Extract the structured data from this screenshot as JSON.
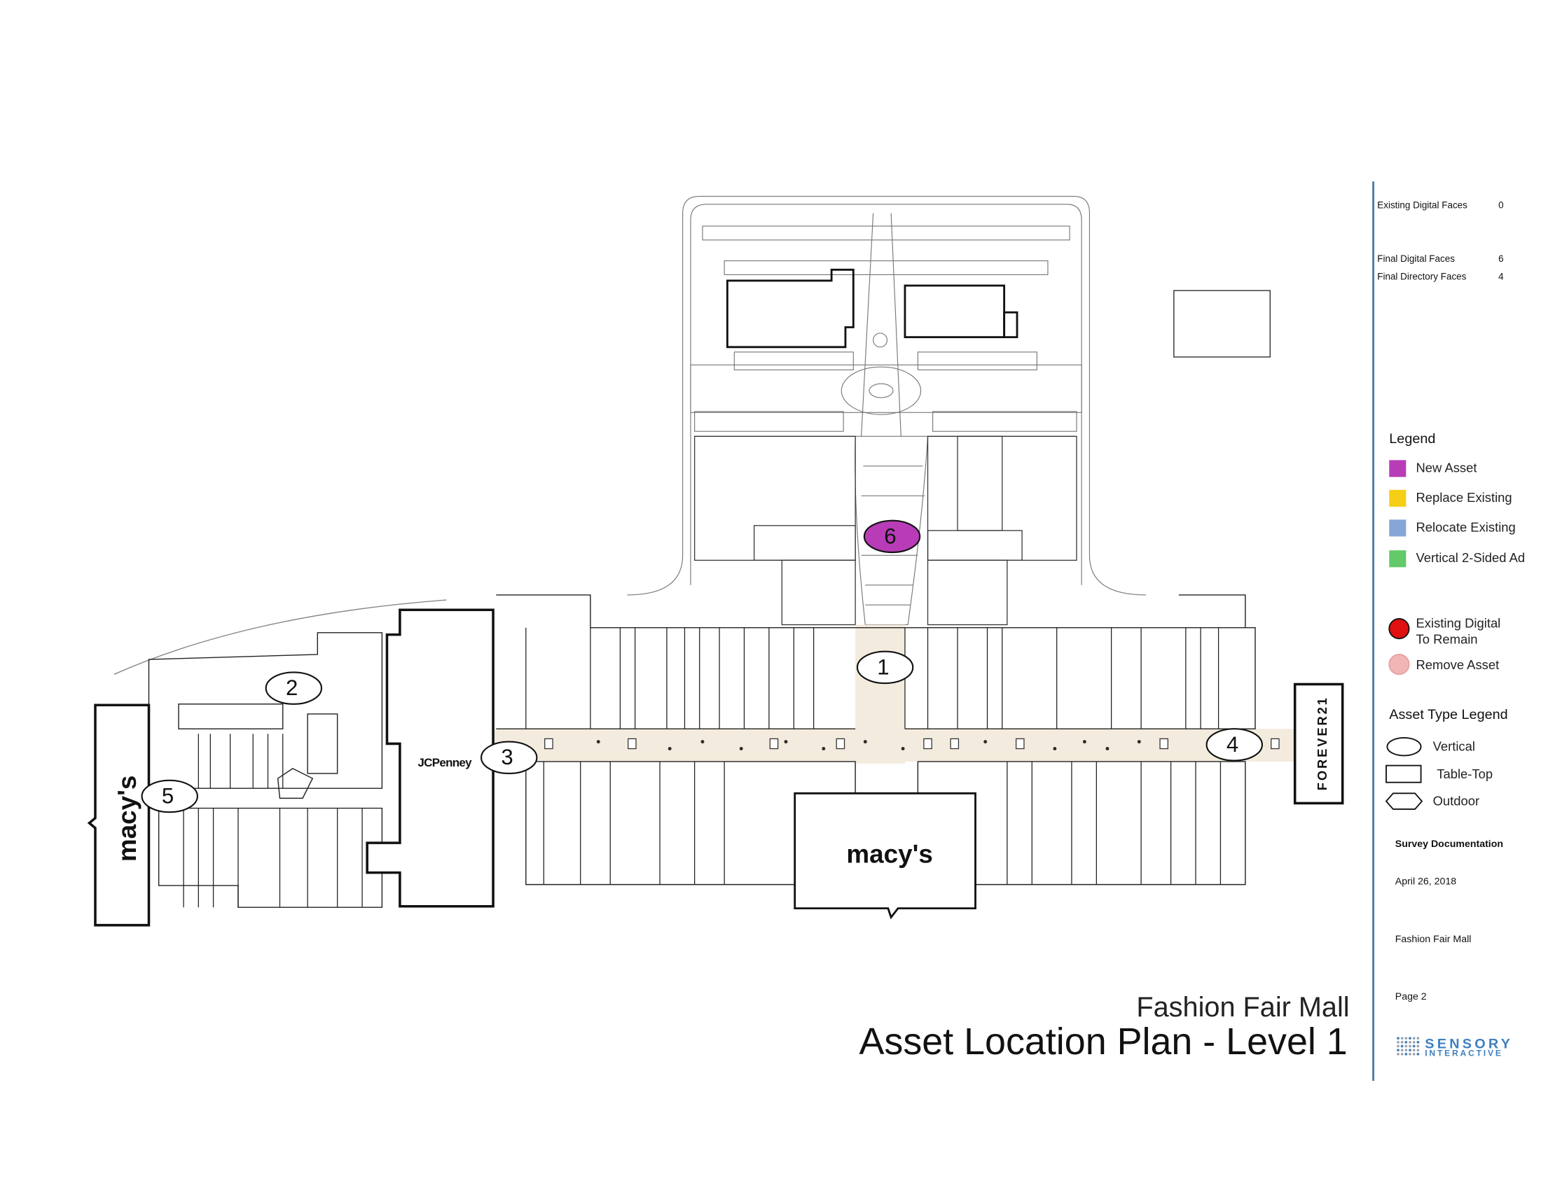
{
  "title": {
    "mall": "Fashion Fair Mall",
    "plan": "Asset Location Plan - Level 1"
  },
  "counts": [
    {
      "label": "Existing Digital Faces",
      "value": "0"
    },
    {
      "label": "Final Digital Faces",
      "value": "6"
    },
    {
      "label": "Final Directory Faces",
      "value": "4"
    }
  ],
  "legend": {
    "title": "Legend",
    "items": [
      {
        "label": "New Asset",
        "color": "#b83cb8"
      },
      {
        "label": "Replace Existing",
        "color": "#f5cf16"
      },
      {
        "label": "Relocate Existing",
        "color": "#86a6d8"
      },
      {
        "label": "Vertical 2-Sided Ad",
        "color": "#63c96a"
      }
    ],
    "existing_line1": "Existing Digital",
    "existing_line2": "To Remain",
    "remove": "Remove Asset"
  },
  "asset_type_legend": {
    "title": "Asset Type Legend",
    "vertical": "Vertical",
    "tabletop": "Table-Top",
    "outdoor": "Outdoor"
  },
  "info": {
    "survey": "Survey Documentation",
    "date": "April 26, 2018",
    "mall": "Fashion Fair Mall",
    "page": "Page  2"
  },
  "logo": {
    "line1": "SENSORY",
    "line2": "INTERACTIVE"
  },
  "anchors": {
    "macys_west": "macy's",
    "jcpenney": "JCPenney",
    "macys_south": "macy's",
    "forever21": "FOREVER21"
  },
  "markers": [
    {
      "label": "1",
      "type": "Vertical"
    },
    {
      "label": "2",
      "type": "Vertical"
    },
    {
      "label": "3",
      "type": "Vertical"
    },
    {
      "label": "4",
      "type": "Vertical"
    },
    {
      "label": "5",
      "type": "Vertical"
    },
    {
      "label": "6",
      "type": "Vertical",
      "status": "New Asset"
    }
  ]
}
